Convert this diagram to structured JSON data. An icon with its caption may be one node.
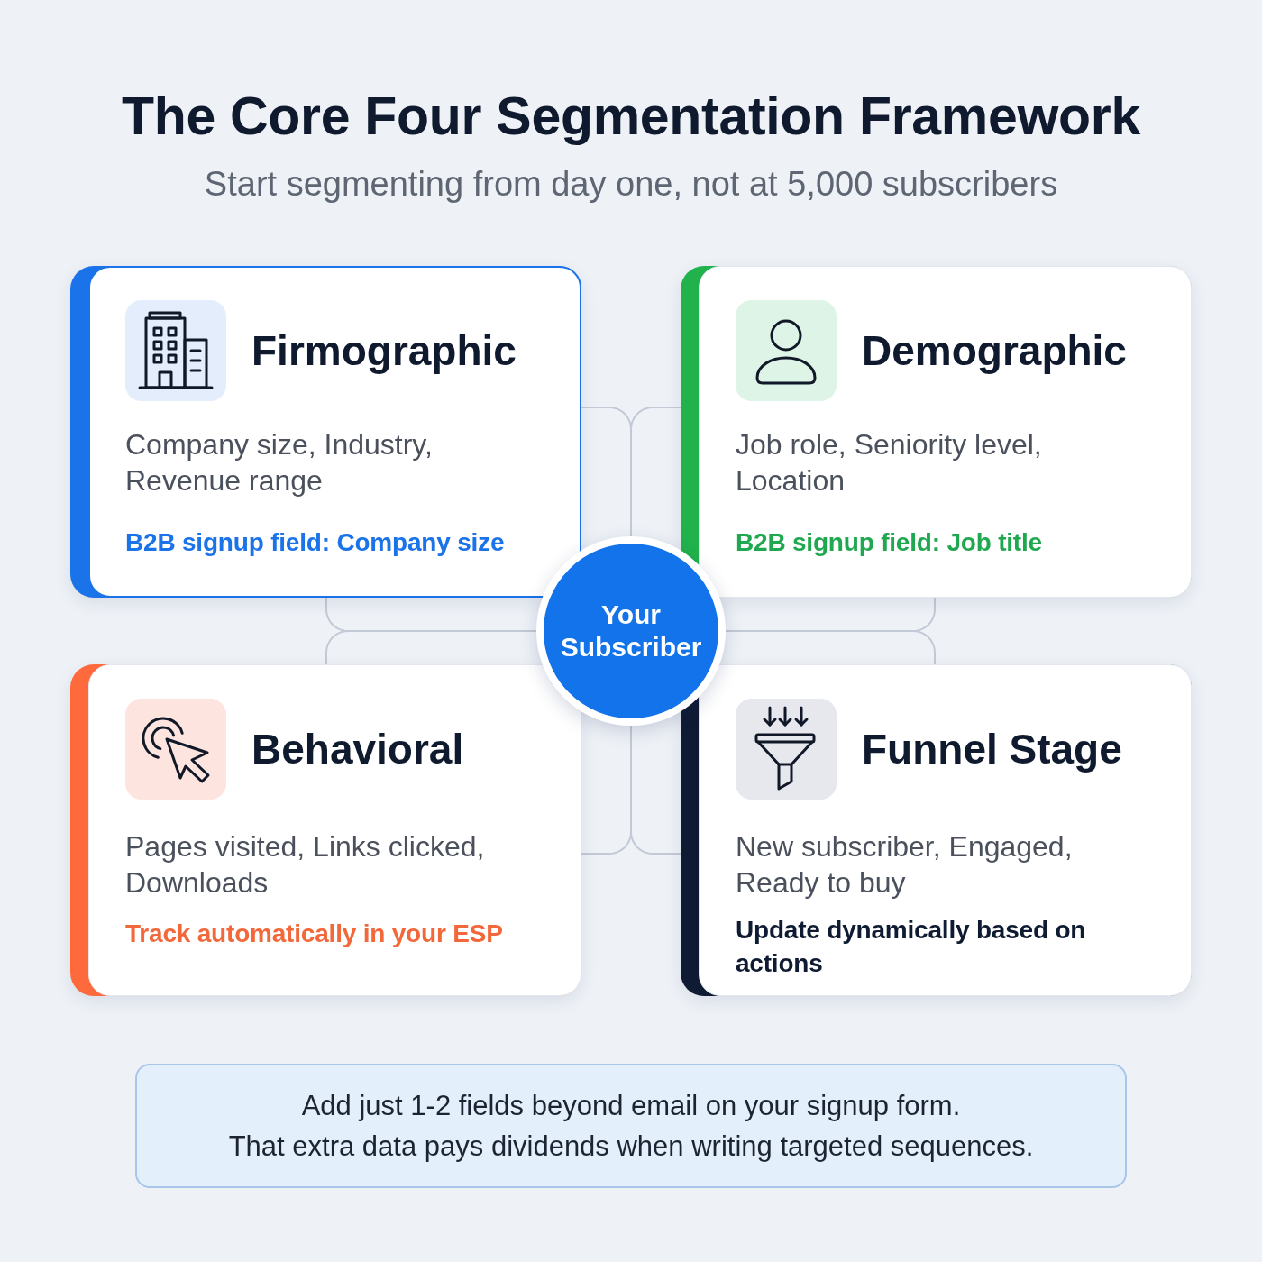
{
  "diagram": {
    "title": "The Core Four Segmentation Framework",
    "nodes": [
      {
        "text": [
          "Firmographic",
          "Company size, Industry, Revenue range",
          "B2B signup field: Company size"
        ]
      },
      {
        "text": [
          "Demographic",
          "Job role, Seniority level, Location",
          "B2B signup field: Job title"
        ]
      },
      {
        "text": [
          "Your Subscriber"
        ]
      },
      {
        "text": [
          "Behavioral",
          "Pages visited, Links clicked, Downloads",
          "Track automatically in your ESP"
        ]
      },
      {
        "text": [
          "Funnel Stage",
          "New subscriber, Engaged, Ready to buy",
          "Update dynamically based on actions"
        ]
      },
      {
        "text": [
          "Add just 1-2 fields beyond email on your signup form.",
          "That extra data pays dividends when writing targeted sequences."
        ]
      }
    ],
    "edges": [
      {
        "from": 2,
        "to": 0,
        "arrow": "none"
      },
      {
        "from": 2,
        "to": 1,
        "arrow": "none"
      },
      {
        "from": 2,
        "to": 0,
        "arrow": "none"
      },
      {
        "from": 2,
        "to": 3,
        "arrow": "none"
      },
      {
        "from": 2,
        "to": 1,
        "arrow": "none"
      },
      {
        "from": 2,
        "to": 4,
        "arrow": "none"
      },
      {
        "from": 2,
        "to": 3,
        "arrow": "none"
      },
      {
        "from": 2,
        "to": 4,
        "arrow": "none"
      }
    ],
    "labels": [
      "Start segmenting from day one, not at 5,000 subscribers"
    ]
  }
}
